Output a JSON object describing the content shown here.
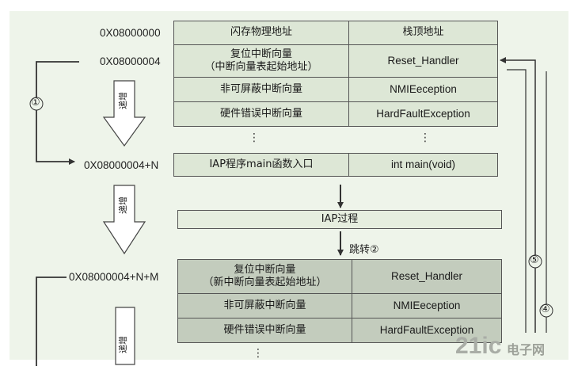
{
  "addresses": {
    "a0": "0X08000000",
    "a1": "0X08000004",
    "a2": "0X08000004+N",
    "a3": "0X08000004+N+M"
  },
  "table1": {
    "row0_left": "闪存物理地址",
    "row0_right": "栈顶地址",
    "row1_left_line1": "复位中断向量",
    "row1_left_line2": "（中断向量表起始地址）",
    "row1_right": "Reset_Handler",
    "row2_left": "非可屏蔽中断向量",
    "row2_right": "NMIEeception",
    "row3_left": "硬件错误中断向量",
    "row3_right": "HardFaultException",
    "dots": "⋮"
  },
  "iap_entry": {
    "left": "IAP程序main函数入口",
    "right": "int main(void)"
  },
  "iap_process": "IAP过程",
  "jump_label": "跳转②",
  "table2": {
    "row0_left_line1": "复位中断向量",
    "row0_left_line2": "（新中断向量表起始地址）",
    "row0_right": "Reset_Handler",
    "row1_left": "非可屏蔽中断向量",
    "row1_right": "NMIEeception",
    "row2_left": "硬件错误中断向量",
    "row2_right": "HardFaultException",
    "dots": "⋮"
  },
  "arrows": {
    "increment": "递增",
    "circle1": "①",
    "circle4": "④",
    "circle5": "⑤"
  },
  "watermark": {
    "brand": "21ic",
    "site": "电子网"
  },
  "colors": {
    "background": "#eef4ea",
    "cell_light": "#dde7d6",
    "cell_dark": "#c3ccbd",
    "line": "#333333"
  }
}
